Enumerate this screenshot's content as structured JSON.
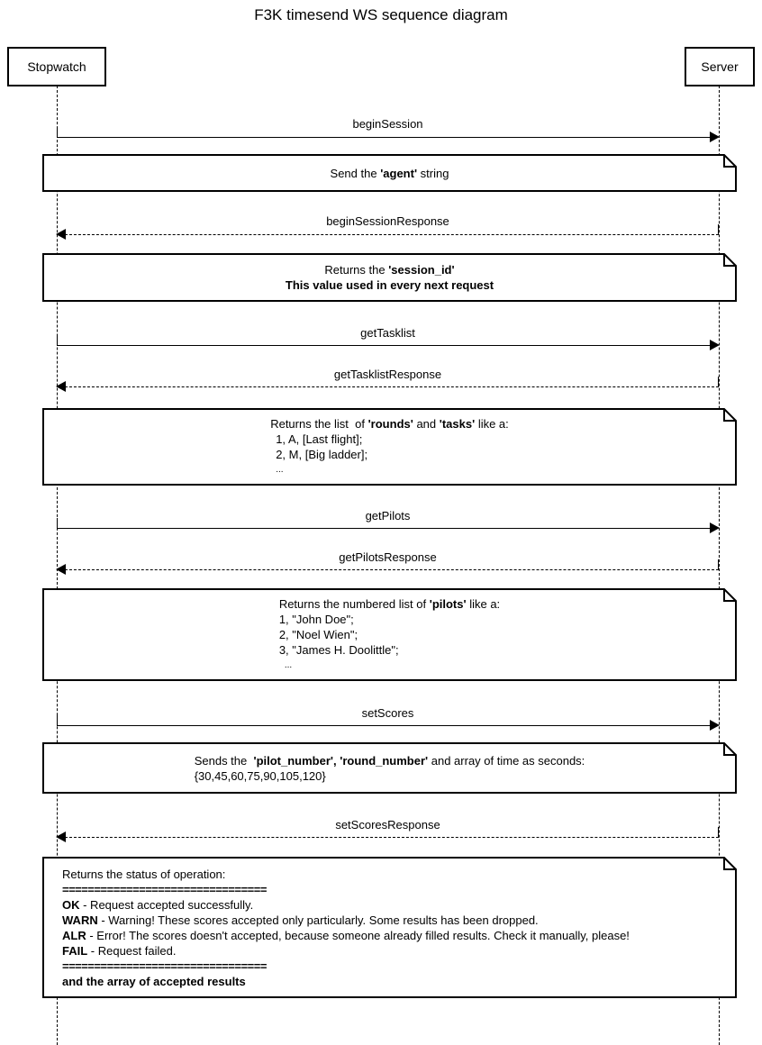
{
  "title": "F3K timesend WS sequence diagram",
  "participants": [
    {
      "name": "Stopwatch"
    },
    {
      "name": "Server"
    }
  ],
  "messages": [
    {
      "label": "beginSession",
      "direction": "right"
    },
    {
      "label": "beginSessionResponse",
      "direction": "left"
    },
    {
      "label": "getTasklist",
      "direction": "right"
    },
    {
      "label": "getTasklistResponse",
      "direction": "left"
    },
    {
      "label": "getPilots",
      "direction": "right"
    },
    {
      "label": "getPilotsResponse",
      "direction": "left"
    },
    {
      "label": "setScores",
      "direction": "right"
    },
    {
      "label": "setScoresResponse",
      "direction": "left"
    }
  ],
  "notes": {
    "agent": {
      "lines": [
        "Send the 'agent' string"
      ]
    },
    "session": {
      "lines": [
        "Returns the 'session_id'",
        "This value used in every next request"
      ]
    },
    "tasklist": {
      "lines": [
        "Returns the list  of 'rounds' and 'tasks' like a:",
        "1, A, [Last flight];",
        "2, M, [Big ladder];",
        "..."
      ]
    },
    "pilots": {
      "lines": [
        "Returns the numbered list of 'pilots' like a:",
        "1, \"John Doe\";",
        "2, \"Noel Wien\";",
        "3, \"James H. Doolittle\";",
        "..."
      ]
    },
    "scores": {
      "lines": [
        "Sends the  'pilot_number', 'round_number' and array of time as seconds:",
        "{30,45,60,75,90,105,120}"
      ]
    },
    "status": {
      "lines": [
        "Returns the status of operation:",
        "================================",
        "OK - Request accepted successfully.",
        "WARN - Warning! These scores accepted only particularly. Some results has been dropped.",
        "ALR - Error! The scores doesn't accepted, because someone already filled results. Check it manually, please!",
        "FAIL - Request failed.",
        "================================",
        "and the array of accepted results"
      ]
    }
  },
  "colors": {
    "stroke": "#000000",
    "background": "#ffffff"
  }
}
